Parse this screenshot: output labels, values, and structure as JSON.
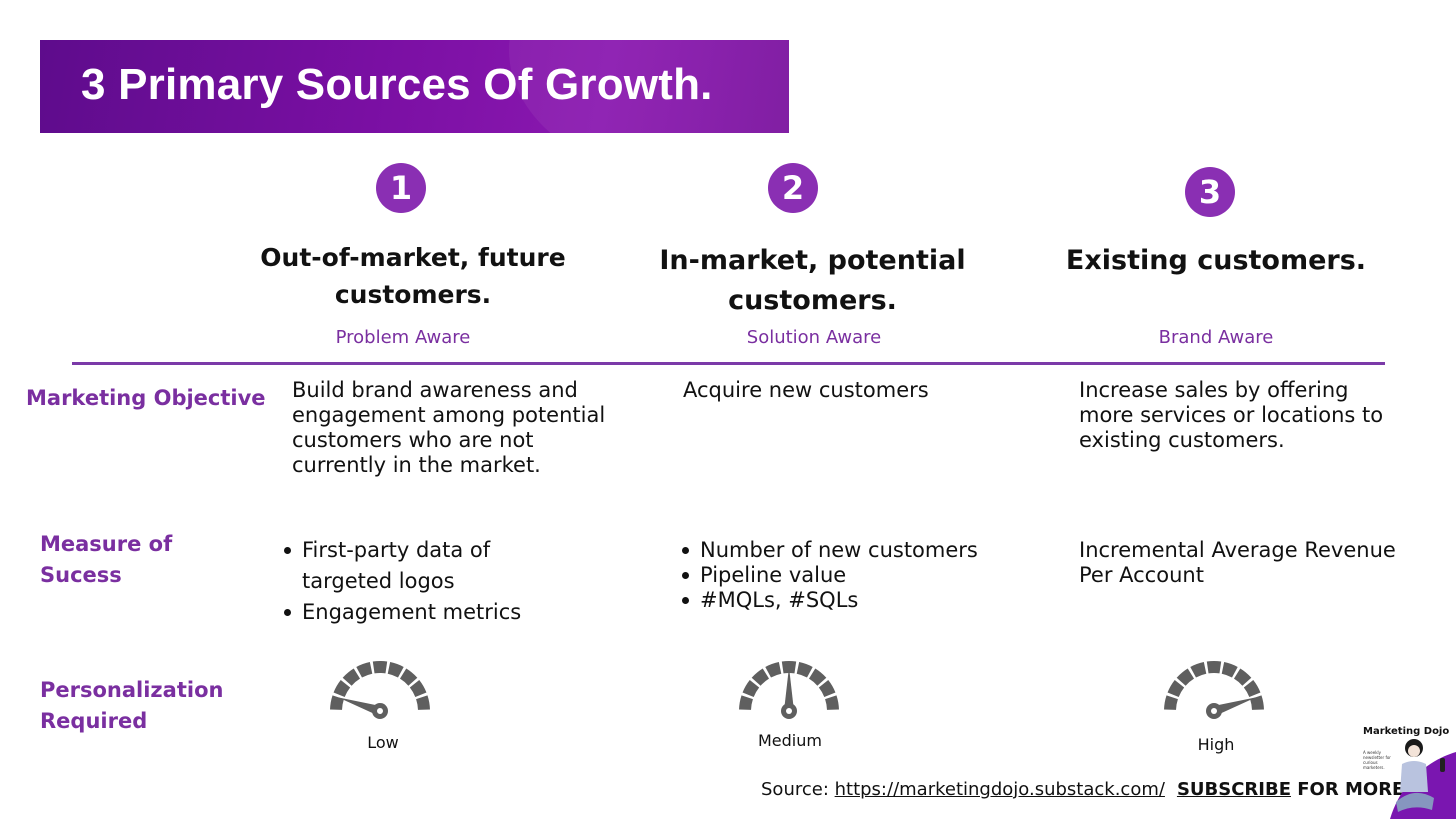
{
  "banner": {
    "title": "3 Primary Sources Of Growth."
  },
  "columns": [
    {
      "number": "1",
      "heading_line1": "Out-of-market, future",
      "heading_line2": "customers.",
      "subtitle": "Problem Aware"
    },
    {
      "number": "2",
      "heading_line1": "In-market, potential",
      "heading_line2": "customers.",
      "subtitle": "Solution Aware"
    },
    {
      "number": "3",
      "heading_line1": "Existing customers.",
      "heading_line2": "",
      "subtitle": "Brand Aware"
    }
  ],
  "rows": {
    "objective": {
      "label": "Marketing Objective",
      "cells": [
        [
          "Build brand awareness and",
          "engagement among potential",
          "customers who are not",
          "currently in the market."
        ],
        [
          "Acquire new customers"
        ],
        [
          "Increase sales by offering",
          "more services or locations to",
          "existing customers."
        ]
      ]
    },
    "measure": {
      "label_line1": "Measure of",
      "label_line2": "Sucess",
      "col1": [
        "First-party data of",
        "targeted logos",
        "Engagement metrics"
      ],
      "col2": [
        "Number of new customers",
        "Pipeline value",
        "#MQLs, #SQLs"
      ],
      "col3": [
        "Incremental Average Revenue",
        "Per Account"
      ]
    },
    "personalization": {
      "label_line1": "Personalization",
      "label_line2": "Required",
      "gauges": [
        {
          "label": "Low",
          "level": 0.1
        },
        {
          "label": "Medium",
          "level": 0.5
        },
        {
          "label": "High",
          "level": 0.9
        }
      ]
    }
  },
  "footer": {
    "source_prefix": "Source: ",
    "source_url": "https://marketingdojo.substack.com/",
    "subscribe_word": "SUBSCRIBE",
    "subscribe_rest": " FOR MORE"
  },
  "brand": {
    "name": "Marketing Dojo",
    "tagline": "A weekly newsletter for curious marketers."
  },
  "colors": {
    "accent": "#7a2fa0",
    "banner": "#7a0fa3",
    "circle": "#8a2fb3",
    "gauge": "#5f5f5f",
    "divider": "#7b3aa8"
  }
}
